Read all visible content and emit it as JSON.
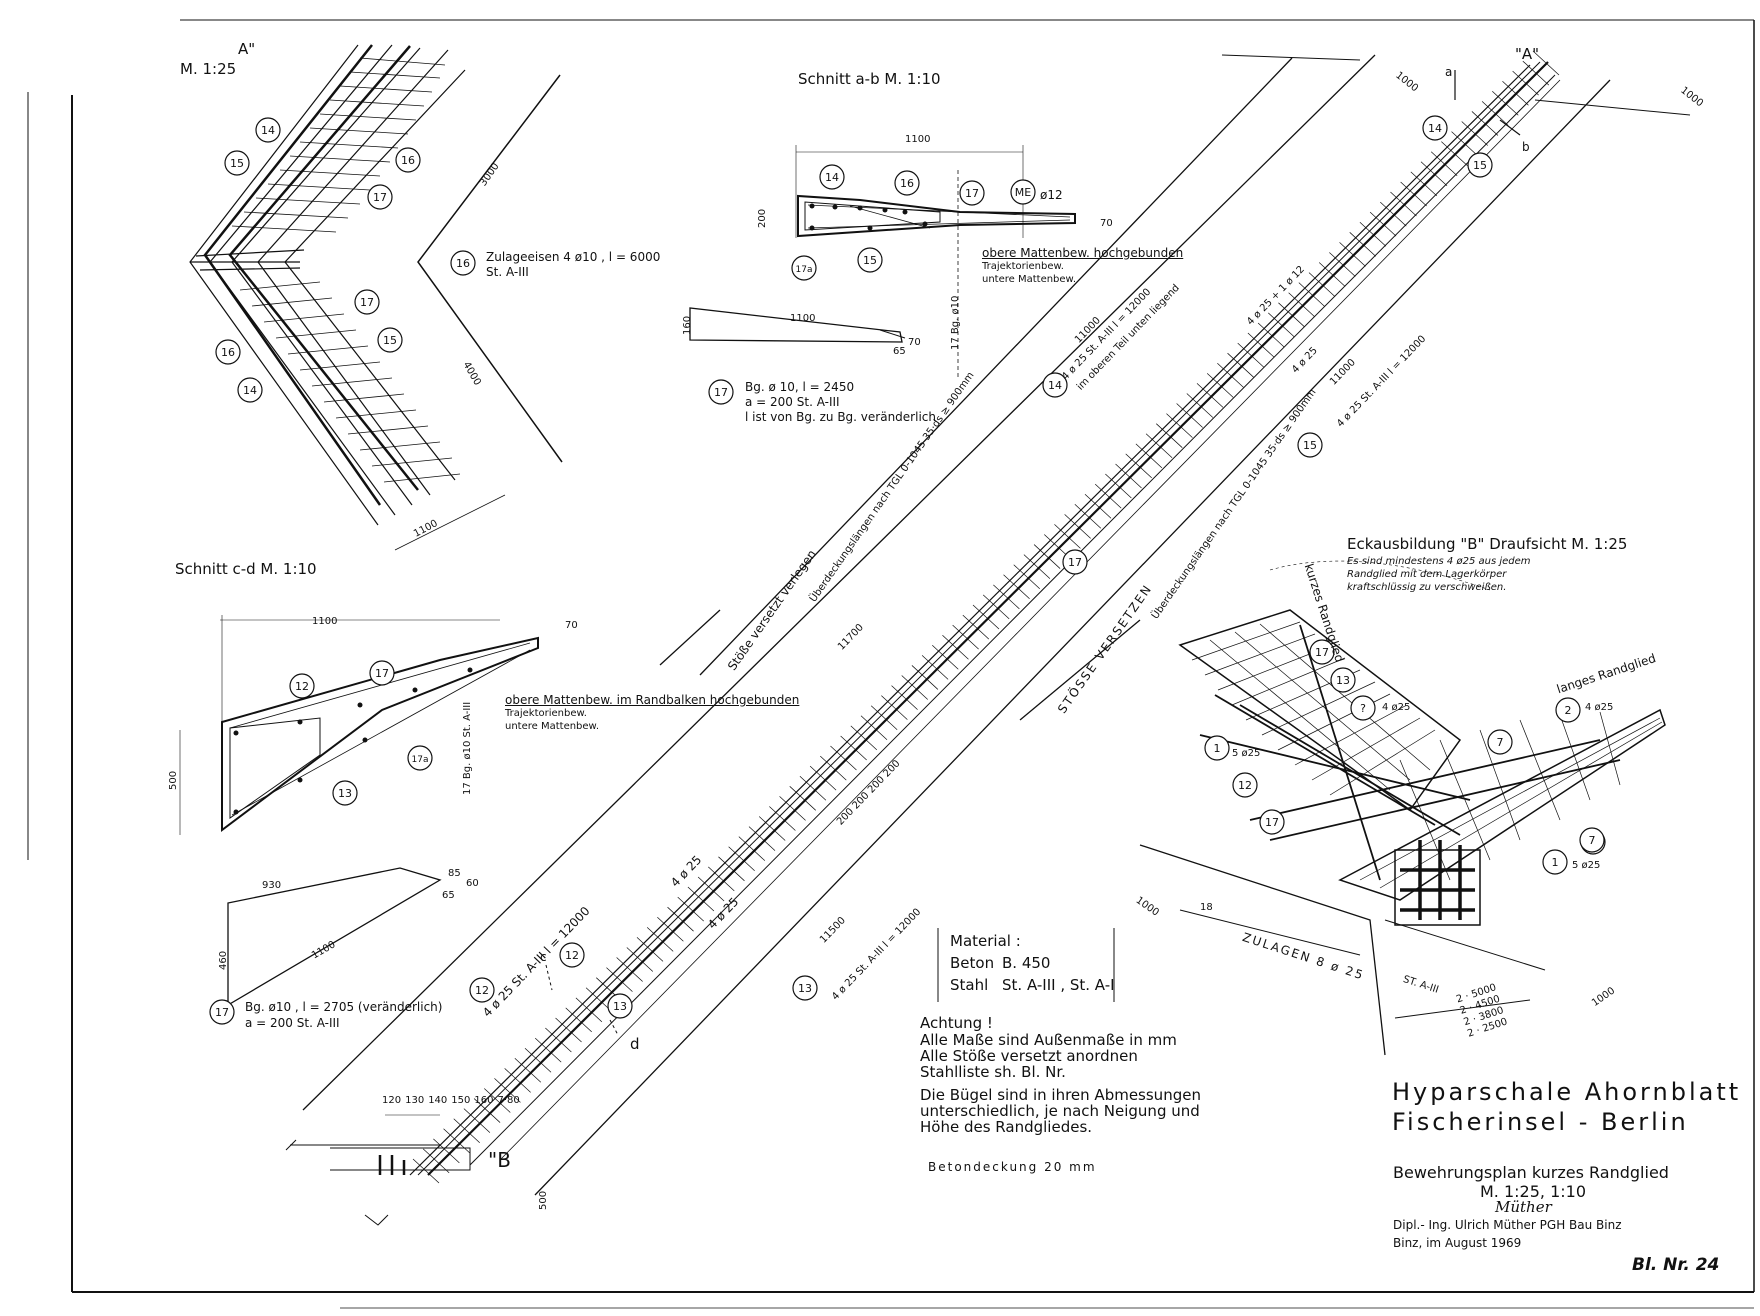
{
  "detail_top_left": {
    "title": "M. 1:25",
    "corner_mark": "A\"",
    "dim_3000": "3000",
    "dim_4000": "4000",
    "dim_1100": "1100",
    "bars": [
      "14",
      "15",
      "16",
      "17",
      "17",
      "15",
      "16",
      "14"
    ],
    "note_16_label": "Zulageeisen 4 ø10 , l = 6000",
    "note_16_steel": "St. A-III"
  },
  "section_ab": {
    "title": "Schnitt a-b  M. 1:10",
    "width": "1100",
    "height": "200",
    "side": "70",
    "bars": [
      "14",
      "16",
      "17",
      "ME",
      "15",
      "17a"
    ],
    "me_diameter": "ø12",
    "note_top": "obere Mattenbew. hochgebunden",
    "note_mid": "Trajektorienbew.",
    "note_bottom": "untere Mattenbew.",
    "vertical_label": "17 Bg. ø10",
    "shape_length": "1100",
    "shape_height": "160",
    "shape_end": "70",
    "shape_inner": "65",
    "stirrup_label": "17",
    "stirrup_line1": "Bg. ø 10,  l = 2450",
    "stirrup_line2": "a = 200    St. A-III",
    "stirrup_line3": "l ist von Bg. zu Bg. veränderlich"
  },
  "section_cd": {
    "title": "Schnitt  c-d   M. 1:10",
    "width": "1100",
    "height": "500",
    "side": "70",
    "bars": [
      "12",
      "17",
      "13",
      "17a"
    ],
    "note_top": "obere Mattenbew. im Randbalken hochgebunden",
    "note_mid": "Trajektorienbew.",
    "note_bottom": "untere Mattenbew.",
    "vertical_label": "17 Bg. ø10 St. A-III",
    "shape_top": "930",
    "shape_side": "460",
    "shape_diag": "1100",
    "shape_end1": "85",
    "shape_end2": "65",
    "shape_end3": "60",
    "stirrup_label": "17",
    "stirrup_line1": "Bg. ø10 ,  l = 2705 (veränderlich)",
    "stirrup_line2": "a = 200      St. A-III"
  },
  "main_beam": {
    "corner_top": "\"A\"",
    "corner_bottom": "\"B",
    "dim_1000_top": "1000",
    "dim_1000_right": "1000",
    "cut_a": "a",
    "cut_b": "b",
    "cut_c": "c",
    "cut_d": "d",
    "upper_label_1": "4 ø 25  St. A-III   l = 12000",
    "upper_label_2": "im oberen Teil unten liegend",
    "upper_dim": "11000",
    "upper_bar_count": "4 ø 25 + 1 ø 12",
    "upper_bar_count2": "4 ø 25",
    "right_dim": "11000",
    "right_label": "4 ø 25  St. A-III   l = 12000",
    "joint_note_1": "Stöße versetzt verlegen",
    "joint_note_1_small": "Überdeckungslängen nach TGL 0-1045  35·ds ≥ 900mm",
    "joint_note_2": "STÖSSE VERSETZEN",
    "joint_note_2_small": "Überdeckungslängen nach TGL 0-1045  35·ds ≥ 900mm",
    "lower_label_1": "4 ø 25   St. A-III   l = 12000",
    "lower_label_2": "4 ø 25",
    "lower_label_3": "4 ø 25",
    "lower_dim": "11500",
    "lower_right_label": "4 ø 25  St. A-III   l = 12000",
    "stirrup_spacing": "200 200 200 200",
    "dim_11700": "11700",
    "dim_500": "500",
    "bars": [
      "14",
      "15",
      "14",
      "15",
      "17",
      "12",
      "12",
      "13",
      "13"
    ],
    "small_dims": [
      "120",
      "130",
      "140",
      "150",
      "160",
      "7·80"
    ]
  },
  "corner_detail": {
    "title": "Eckausbildung \"B\" Draufsicht M. 1:25",
    "note": "Es sind mindestens 4 ø25 aus jedem Randglied mit dem Lagerkörper kraftschlüssig zu verschweißen.",
    "short_edge": "kurzes Randglied",
    "long_edge": "langes Randglied",
    "bars": [
      "17",
      "13",
      "?",
      "2",
      "7",
      "7",
      "1",
      "12",
      "17",
      "7",
      "1"
    ],
    "bar_2_label": "4 ø25",
    "bar_q_label": "4 ø25",
    "bar_1_label": "5 ø25",
    "bar_1b_label": "5 ø25",
    "zulagen": "ZULAGEN  8 ø 25",
    "zulagen_steel": "ST. A-III",
    "zulagen_mark": "18",
    "dim_1000a": "1000",
    "dim_1000b": "1000",
    "lengths": [
      "2 · 5000",
      "2 · 4500",
      "2 · 3800",
      "2 · 2500"
    ]
  },
  "material": {
    "heading": "Material :",
    "concrete_label": "Beton",
    "concrete_value": "B. 450",
    "steel_label": "Stahl",
    "steel_value": "St. A-III , St. A-I"
  },
  "notes": {
    "heading": "Achtung !",
    "line1": "Alle Maße sind Außenmaße in mm",
    "line2": "Alle Stöße versetzt anordnen",
    "line3": "Stahlliste  sh. Bl. Nr.",
    "line4": "Die Bügel sind in ihren Abmessungen",
    "line5": "unterschiedlich, je nach Neigung und",
    "line6": "Höhe des Randgliedes.",
    "cover": "Betondeckung   20 mm"
  },
  "title_block": {
    "project_1": "Hyparschale Ahornblatt",
    "project_2": "Fischerinsel - Berlin",
    "drawing": "Bewehrungsplan kurzes Randglied",
    "scale": "M. 1:25, 1:10",
    "signature": "Müther",
    "author": "Dipl.- Ing. Ulrich Müther   PGH Bau Binz",
    "place_date": "Binz, im August 1969",
    "sheet": "Bl. Nr. 24"
  }
}
